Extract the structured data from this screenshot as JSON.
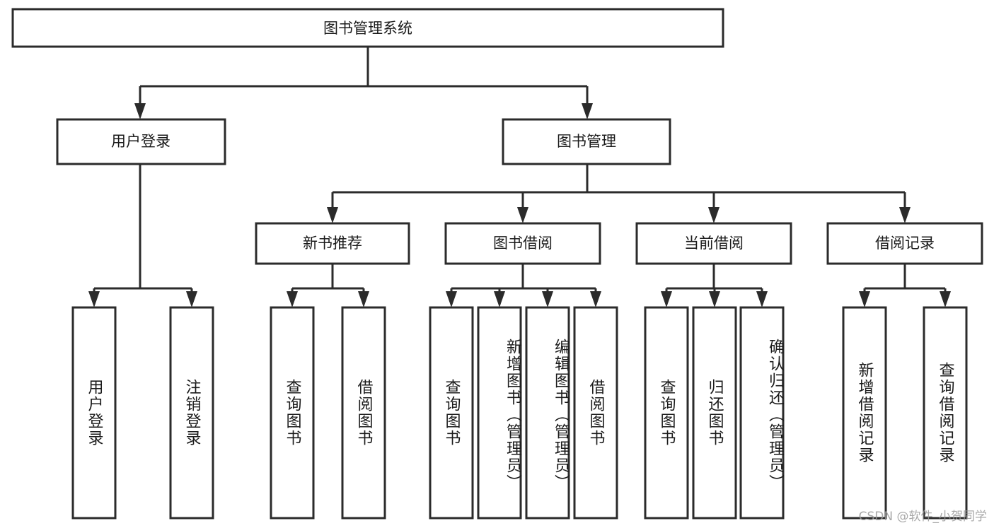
{
  "diagram": {
    "title": "图书管理系统",
    "type": "tree",
    "watermark": "CSDN @软件_小贺同学",
    "colors": {
      "box_stroke": "#2b2b2b",
      "box_fill": "#ffffff",
      "text": "#1b1b1b",
      "connector": "#2b2b2b",
      "watermark": "#9a9a9a",
      "background": "#ffffff"
    },
    "levels": {
      "root": {
        "label": "图书管理系统"
      },
      "level2": [
        {
          "label": "用户登录"
        },
        {
          "label": "图书管理"
        }
      ],
      "level3": [
        {
          "label": "新书推荐"
        },
        {
          "label": "图书借阅"
        },
        {
          "label": "当前借阅"
        },
        {
          "label": "借阅记录"
        }
      ],
      "leaves": {
        "user_login": [
          {
            "label": "用户登录"
          },
          {
            "label": "注销登录"
          }
        ],
        "new_book_recommend": [
          {
            "label": "查询图书"
          },
          {
            "label": "借阅图书"
          }
        ],
        "book_borrow": [
          {
            "label": "查询图书"
          },
          {
            "label": "新增图书（管理员）"
          },
          {
            "label": "编辑图书（管理员）"
          },
          {
            "label": "借阅图书"
          }
        ],
        "current_borrow": [
          {
            "label": "查询图书"
          },
          {
            "label": "归还图书"
          },
          {
            "label": "确认归还（管理员）"
          }
        ],
        "borrow_records": [
          {
            "label": "新增借阅记录"
          },
          {
            "label": "查询借阅记录"
          }
        ]
      }
    }
  }
}
